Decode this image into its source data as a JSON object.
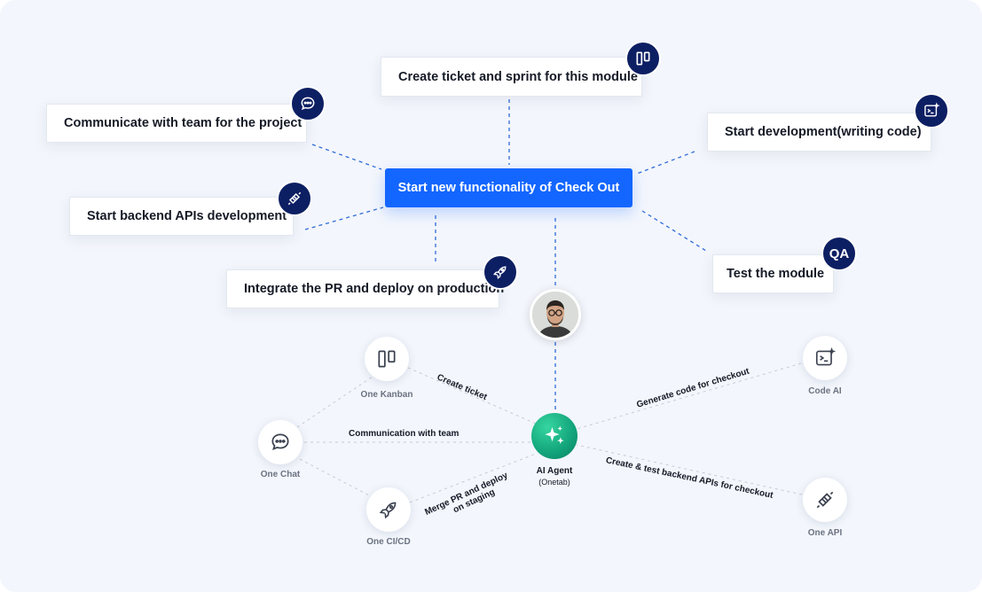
{
  "central": {
    "label": "Start new functionality of Check Out"
  },
  "tasks": [
    {
      "id": "ticket",
      "label": "Create ticket and sprint for this module",
      "icon": "kanban-icon"
    },
    {
      "id": "communicate",
      "label": "Communicate with team for the project",
      "icon": "chat-icon"
    },
    {
      "id": "develop",
      "label": "Start development(writing code)",
      "icon": "code-icon"
    },
    {
      "id": "backend",
      "label": "Start backend APIs development",
      "icon": "plug-icon"
    },
    {
      "id": "integrate",
      "label": "Integrate the PR and deploy on production",
      "icon": "rocket-icon"
    },
    {
      "id": "test",
      "label": "Test the module",
      "badge_text": "QA"
    }
  ],
  "agent": {
    "label": "AI Agent",
    "sublabel": "(Onetab)",
    "icon": "sparkle-icon"
  },
  "tools": [
    {
      "id": "kanban",
      "label": "One Kanban",
      "icon": "kanban-icon",
      "edge_label": "Create ticket"
    },
    {
      "id": "chat",
      "label": "One Chat",
      "icon": "chat-icon",
      "edge_label": "Communication with team"
    },
    {
      "id": "cicd",
      "label": "One CI/CD",
      "icon": "rocket-icon",
      "edge_label_line1": "Merge PR and deploy",
      "edge_label_line2": "on staging"
    },
    {
      "id": "codeai",
      "label": "Code AI",
      "icon": "code-icon",
      "edge_label": "Generate code for checkout"
    },
    {
      "id": "api",
      "label": "One API",
      "icon": "plug-icon",
      "edge_label": "Create & test backend APIs for checkout"
    }
  ],
  "colors": {
    "primary": "#1366ff",
    "badge": "#0d1f63",
    "agent": "#12a37a",
    "background": "#f3f6fc",
    "dashed_line": "#2f6bd8"
  }
}
